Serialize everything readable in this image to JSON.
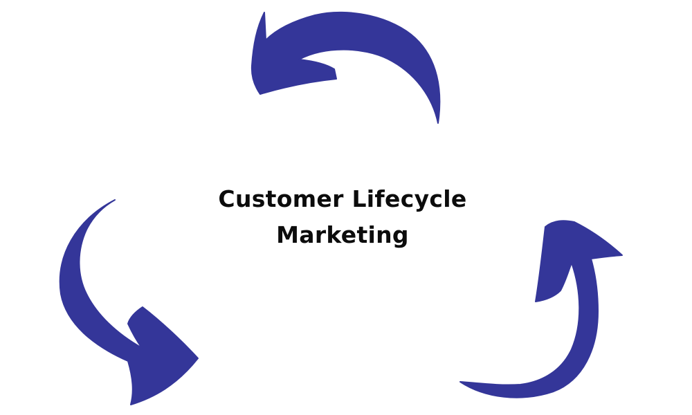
{
  "diagram": {
    "title_lines": [
      "Customer Lifecycle",
      "Marketing"
    ],
    "arrow_color": "#343699",
    "text_color": "#0c0c0c",
    "arrows": [
      {
        "name": "top",
        "icon": "curved-arrow-left-icon"
      },
      {
        "name": "left",
        "icon": "curved-arrow-down-right-icon"
      },
      {
        "name": "right",
        "icon": "curved-arrow-up-icon"
      }
    ]
  }
}
